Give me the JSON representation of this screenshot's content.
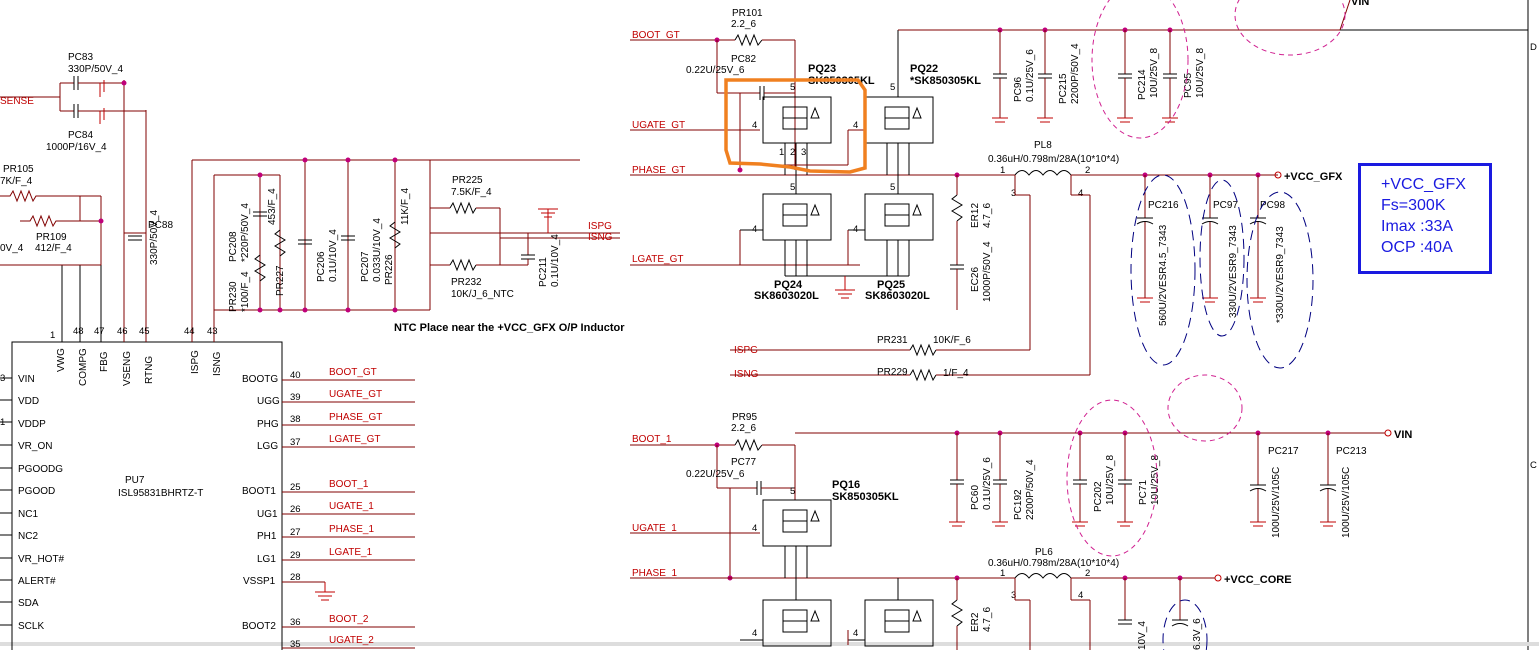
{
  "spec": [
    "+VCC_GFX",
    "Fs=300K",
    "Imax :33A",
    "OCP :40A"
  ],
  "note": "NTC Place near the +VCC_GFX O/P Inductor",
  "ic": {
    "ref": "PU7",
    "part": "ISL95831BHRTZ-T",
    "left_pins": [
      {
        "num": "3",
        "name": "VIN"
      },
      {
        "num": "",
        "name": "VDD"
      },
      {
        "num": "1",
        "name": "VDDP"
      },
      {
        "num": "",
        "name": "VR_ON"
      },
      {
        "num": "",
        "name": "PGOODG"
      },
      {
        "num": "",
        "name": "PGOOD"
      },
      {
        "num": "",
        "name": "NC1"
      },
      {
        "num": "",
        "name": "NC2"
      },
      {
        "num": "",
        "name": "VR_HOT#"
      },
      {
        "num": "",
        "name": "ALERT#"
      },
      {
        "num": "",
        "name": "SDA"
      },
      {
        "num": "",
        "name": "SCLK"
      }
    ],
    "top_pins": [
      {
        "num": "1",
        "name": "VWG"
      },
      {
        "num": "48",
        "name": "COMPG"
      },
      {
        "num": "47",
        "name": "FBG"
      },
      {
        "num": "46",
        "name": "VSENG"
      },
      {
        "num": "45",
        "name": "RTNG"
      },
      {
        "num": "44",
        "name": "ISPG"
      },
      {
        "num": "43",
        "name": "ISNG"
      }
    ],
    "right_pins": [
      {
        "num": "40",
        "name": "BOOTG",
        "net": "BOOT_GT"
      },
      {
        "num": "39",
        "name": "UGG",
        "net": "UGATE_GT"
      },
      {
        "num": "38",
        "name": "PHG",
        "net": "PHASE_GT"
      },
      {
        "num": "37",
        "name": "LGG",
        "net": "LGATE_GT"
      },
      {
        "num": "25",
        "name": "BOOT1",
        "net": "BOOT_1"
      },
      {
        "num": "26",
        "name": "UG1",
        "net": "UGATE_1"
      },
      {
        "num": "27",
        "name": "PH1",
        "net": "PHASE_1"
      },
      {
        "num": "29",
        "name": "LG1",
        "net": "LGATE_1"
      },
      {
        "num": "28",
        "name": "VSSP1",
        "net": ""
      },
      {
        "num": "36",
        "name": "BOOT2",
        "net": "BOOT_2"
      },
      {
        "num": "35",
        "name": "",
        "net": "UGATE_2"
      }
    ]
  },
  "nets": {
    "boot_gt": "BOOT_GT",
    "ugate_gt": "UGATE_GT",
    "phase_gt": "PHASE_GT",
    "lgate_gt": "LGATE_GT",
    "boot_1": "BOOT_1",
    "ugate_1": "UGATE_1",
    "phase_1": "PHASE_1",
    "ispg": "ISPG",
    "isng": "ISNG",
    "ispg2": "ISPG",
    "isng2": "ISNG",
    "sense": "SENSE",
    "vin_top": "VIN",
    "vin_mid": "VIN",
    "vcc_gfx": "+VCC_GFX",
    "vcc_core": "+VCC_CORE"
  },
  "components": {
    "pr101": {
      "ref": "PR101",
      "val": "2.2_6"
    },
    "pc82": {
      "ref": "PC82",
      "val": "0.22U/25V_6"
    },
    "pq23": {
      "ref": "PQ23",
      "val": "SK850305KL"
    },
    "pq22": {
      "ref": "PQ22",
      "val": "*SK850305KL"
    },
    "pq24": {
      "ref": "PQ24",
      "val": "SK8603020L"
    },
    "pq25": {
      "ref": "PQ25",
      "val": "SK8603020L"
    },
    "pc96": {
      "ref": "PC96",
      "val": "0.1U/25V_6"
    },
    "pc215": {
      "ref": "PC215",
      "val": "2200P/50V_4"
    },
    "pc214": {
      "ref": "PC214",
      "val": "10U/25V_8"
    },
    "pc95": {
      "ref": "PC95",
      "val": "10U/25V_8"
    },
    "pl8": {
      "ref": "PL8",
      "val": "0.36uH/0.798m/28A(10*10*4)"
    },
    "er12": {
      "ref": "ER12",
      "val": "4.7_6"
    },
    "ec26": {
      "ref": "EC26",
      "val": "1000P/50V_4"
    },
    "pc216": {
      "ref": "PC216",
      "val": "560U/2VESR4.5_7343"
    },
    "pc97": {
      "ref": "PC97",
      "val": "330U/2VESR9_7343"
    },
    "pc98": {
      "ref": "PC98",
      "val": "*330U/2VESR9_7343"
    },
    "pr231": {
      "ref": "PR231",
      "val": "10K/F_6"
    },
    "pr229": {
      "ref": "PR229",
      "val": "1/F_4"
    },
    "pr225": {
      "ref": "PR225",
      "val": "7.5K/F_4"
    },
    "pr232": {
      "ref": "PR232",
      "val": "10K/J_6_NTC"
    },
    "pc211": {
      "ref": "PC211",
      "val": "0.1U/10V_4"
    },
    "pc208": {
      "ref": "PC208",
      "val": "*220P/50V_4"
    },
    "pr230": {
      "ref": "PR230",
      "val": "*100/F_4"
    },
    "pr227": {
      "ref": "PR227",
      "val": "453/F_4"
    },
    "pc206": {
      "ref": "PC206",
      "val": "0.1U/10V_4"
    },
    "pc207": {
      "ref": "PC207",
      "val": "0.033U/10V_4"
    },
    "pr226": {
      "ref": "PR226",
      "val": "11K/F_4"
    },
    "pc88": {
      "ref": "PC88",
      "val": "330P/50V_4"
    },
    "pc83": {
      "ref": "PC83",
      "val": "330P/50V_4"
    },
    "pc84": {
      "ref": "PC84",
      "val": "1000P/16V_4"
    },
    "pr105": {
      "ref": "PR105",
      "val": "7K/F_4"
    },
    "pr109": {
      "ref": "PR109",
      "val": "412/F_4"
    },
    "misc_v4": "0V_4",
    "pr95": {
      "ref": "PR95",
      "val": "2.2_6"
    },
    "pc77": {
      "ref": "PC77",
      "val": "0.22U/25V_6"
    },
    "pq16": {
      "ref": "PQ16",
      "val": "SK850305KL"
    },
    "pc60": {
      "ref": "PC60",
      "val": "0.1U/25V_6"
    },
    "pc192": {
      "ref": "PC192",
      "val": "2200P/50V_4"
    },
    "pc202": {
      "ref": "PC202",
      "val": "10U/25V_8"
    },
    "pc71": {
      "ref": "PC71",
      "val": "10U/25V_8"
    },
    "pc217": {
      "ref": "PC217",
      "val": "100U/25V/105C"
    },
    "pc213": {
      "ref": "PC213",
      "val": "100U/25V/105C"
    },
    "pl6": {
      "ref": "PL6",
      "val": "0.36uH/0.798m/28A(10*10*4)"
    },
    "er2": {
      "ref": "ER2",
      "val": "4.7_6"
    },
    "cut_a": "10V_4",
    "cut_b": "6.3V_6"
  },
  "border_marks": [
    "D",
    "C"
  ],
  "pin_nums": {
    "p1": "1",
    "p2": "2",
    "p3": "3",
    "p4": "4",
    "p5": "5"
  },
  "highlight_color": "#f08020"
}
